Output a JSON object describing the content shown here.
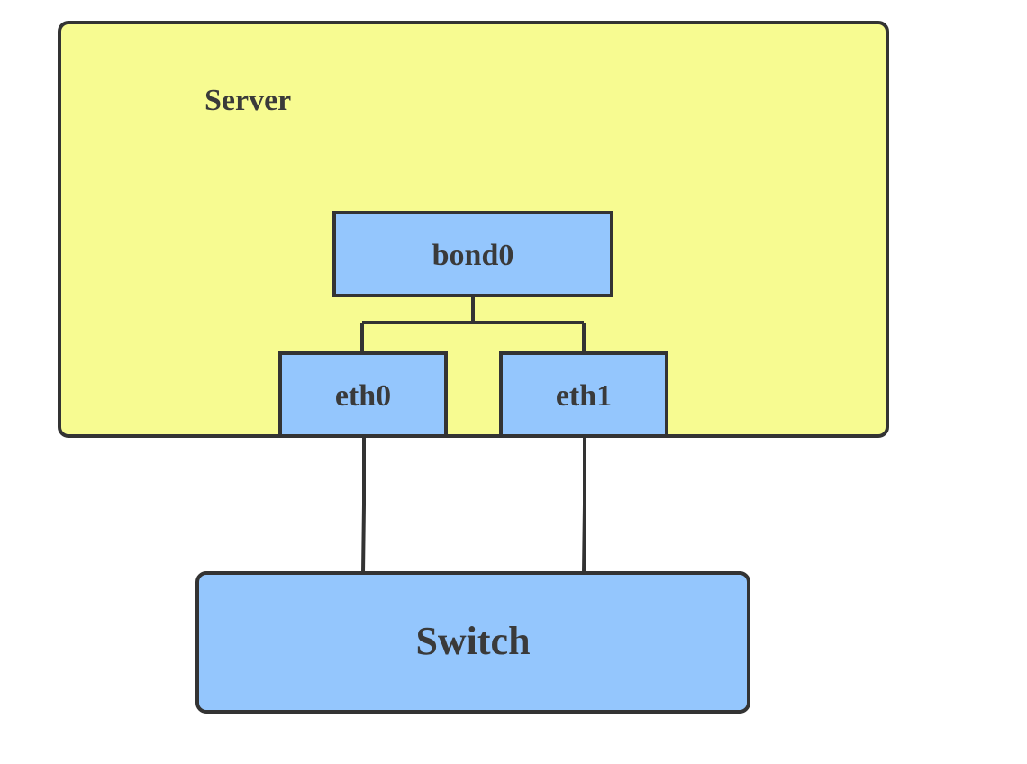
{
  "diagram": {
    "server": {
      "label": "Server"
    },
    "bond": {
      "label": "bond0"
    },
    "eth0": {
      "label": "eth0"
    },
    "eth1": {
      "label": "eth1"
    },
    "switch": {
      "label": "Switch"
    }
  },
  "colors": {
    "server_fill": "#f7fb91",
    "interface_fill": "#94c6fd",
    "stroke": "#333333",
    "text": "#3a3a3a"
  }
}
